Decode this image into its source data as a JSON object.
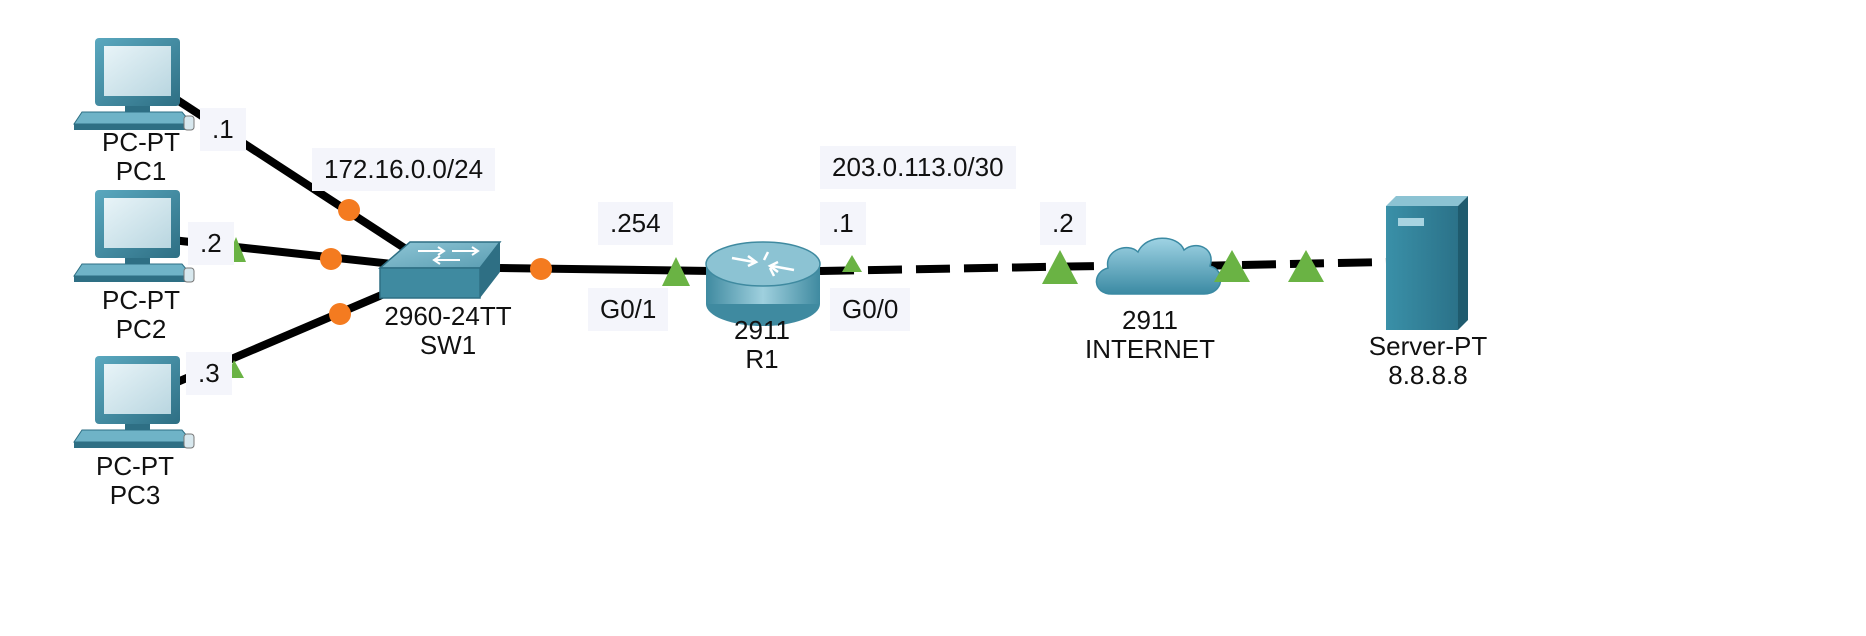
{
  "devices": {
    "pc1": {
      "model": "PC-PT",
      "name": "PC1"
    },
    "pc2": {
      "model": "PC-PT",
      "name": "PC2"
    },
    "pc3": {
      "model": "PC-PT",
      "name": "PC3"
    },
    "sw1": {
      "model": "2960-24TT",
      "name": "SW1"
    },
    "r1": {
      "model": "2911",
      "name": "R1"
    },
    "internet": {
      "model": "2911",
      "name": "INTERNET"
    },
    "server": {
      "model": "Server-PT",
      "name": "8.8.8.8"
    }
  },
  "labels": {
    "pc1_ip": ".1",
    "pc2_ip": ".2",
    "pc3_ip": ".3",
    "lan_subnet": "172.16.0.0/24",
    "r1_lan_ip": ".254",
    "r1_lan_if": "G0/1",
    "wan_subnet": "203.0.113.0/30",
    "r1_wan_ip": ".1",
    "r1_wan_if": "G0/0",
    "inet_ip": ".2"
  },
  "colors": {
    "link": "#000000",
    "port_down": "#f47b20",
    "port_up": "#6ab344",
    "tag_bg": "#f4f5fb",
    "device": "#4a93a8"
  }
}
